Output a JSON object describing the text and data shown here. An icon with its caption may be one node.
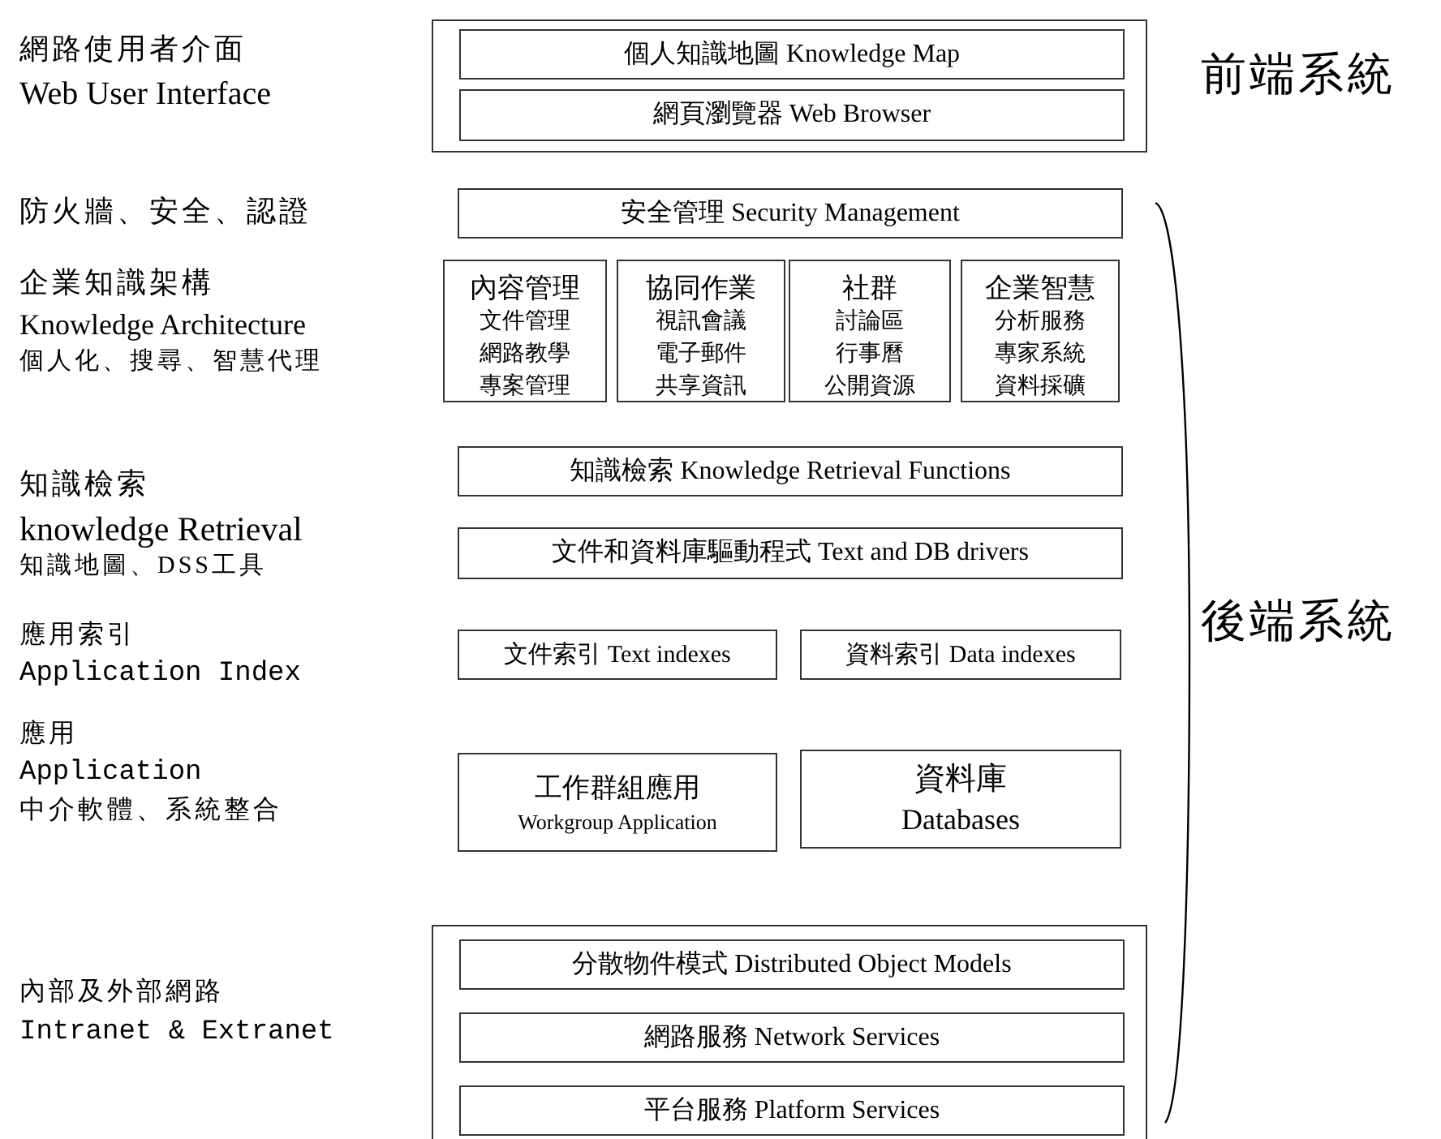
{
  "diagram": {
    "nodes": [
      {
        "text": [],
        "shape": "box"
      },
      {
        "text": [
          "個人知識地圖 Knowledge Map"
        ],
        "in": 0
      },
      {
        "text": [
          "網頁瀏覽器 Web Browser"
        ],
        "in": 0
      },
      {
        "text": [
          "安全管理 Security Management"
        ]
      },
      {
        "text": [
          "內容管理",
          "文件管理",
          "網路教學",
          "專案管理"
        ]
      },
      {
        "text": [
          "協同作業",
          "視訊會議",
          "電子郵件",
          "共享資訊"
        ]
      },
      {
        "text": [
          "社群",
          "討論區",
          "行事曆",
          "公開資源"
        ]
      },
      {
        "text": [
          "企業智慧",
          "分析服務",
          "專家系統",
          "資料採礦"
        ]
      },
      {
        "text": [
          "知識檢索 Knowledge Retrieval Functions"
        ]
      },
      {
        "text": [
          "文件和資料庫驅動程式 Text and DB drivers"
        ]
      },
      {
        "text": [
          "文件索引 Text indexes"
        ]
      },
      {
        "text": [
          "資料索引 Data indexes"
        ]
      },
      {
        "text": [
          "工作群組應用",
          "Workgroup Application"
        ]
      },
      {
        "text": [
          "資料庫",
          "Databases"
        ]
      },
      {
        "text": [],
        "shape": "box"
      },
      {
        "text": [
          "分散物件模式 Distributed Object Models"
        ],
        "in": 14
      },
      {
        "text": [
          "網路服務 Network Services"
        ],
        "in": 14
      },
      {
        "text": [
          "平台服務 Platform Services"
        ],
        "in": 14
      }
    ],
    "edges": [],
    "labels": [
      "網路使用者介面",
      "Web User Interface",
      "前端系統",
      "防火牆、安全、認證",
      "企業知識架構",
      "Knowledge Architecture",
      "個人化、搜尋、智慧代理",
      "知識檢索",
      "knowledge Retrieval",
      "知識地圖、DSS工具",
      "應用索引",
      "Application Index",
      "後端系統",
      "應用",
      "Application",
      "中介軟體、系統整合",
      "內部及外部網路",
      "Intranet & Extranet"
    ]
  }
}
